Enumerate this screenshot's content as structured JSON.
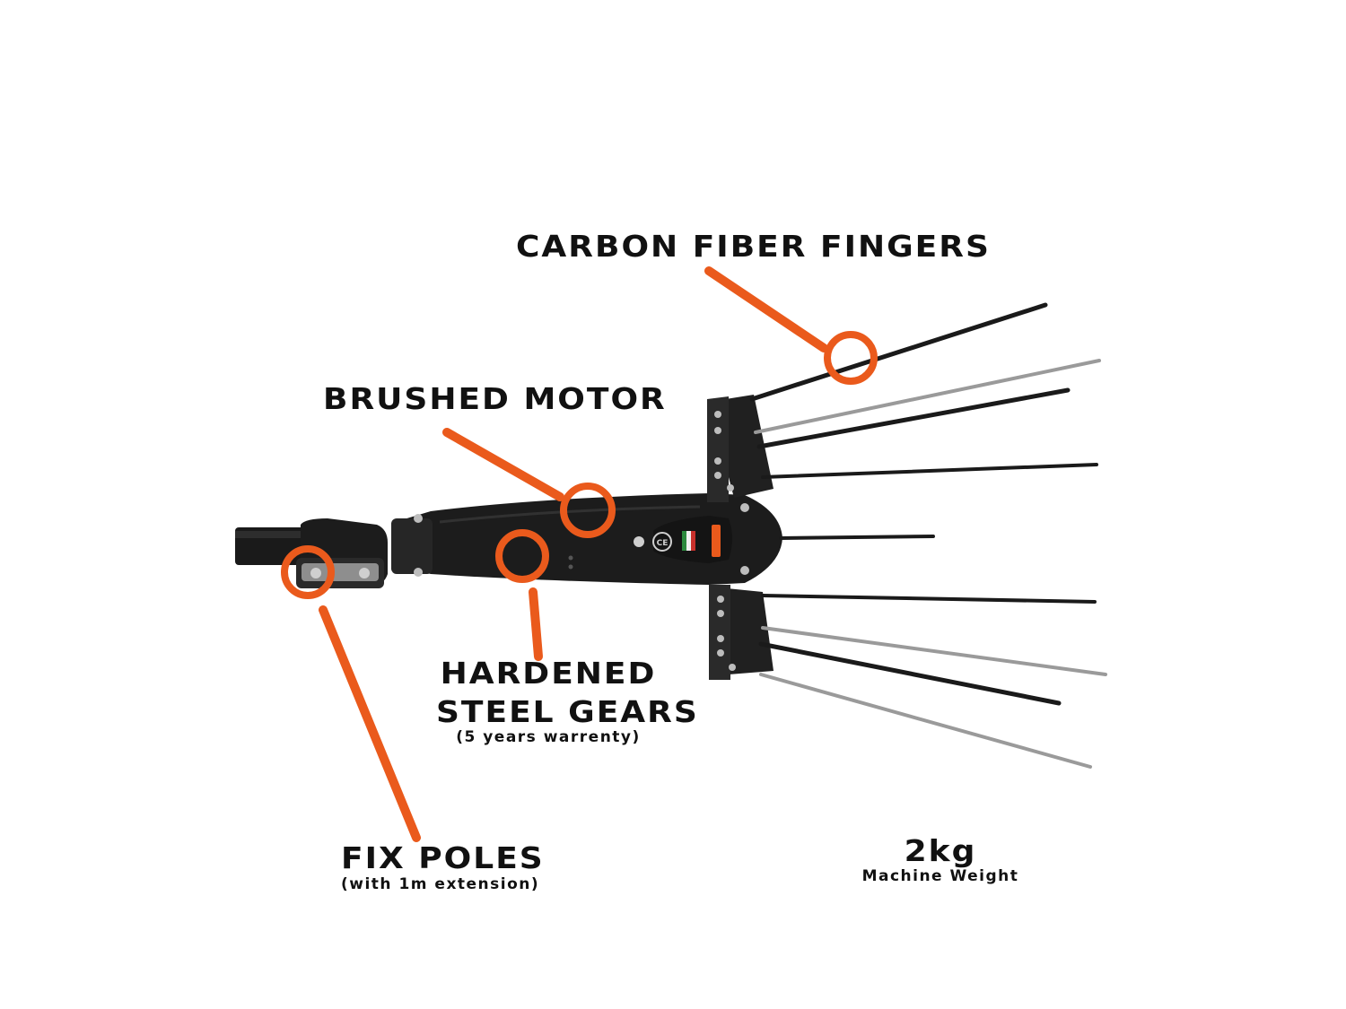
{
  "colors": {
    "accent": "#ea5a1c",
    "text": "#111111",
    "body": "#1c1c1c",
    "metal": "#9a9a9a"
  },
  "labels": {
    "carbon_fingers": "CARBON FIBER FINGERS",
    "brushed_motor": "BRUSHED MOTOR",
    "hardened_line1": "HARDENED",
    "hardened_line2": "STEEL GEARS",
    "hardened_note": "(5 years warrenty)",
    "fix_poles": "FIX POLES",
    "fix_poles_note": "(with 1m extension)",
    "weight_value": "2kg",
    "weight_caption": "Machine Weight"
  },
  "badges": {
    "ce_mark": "CE"
  },
  "icons": {
    "callout": "orange-ring-icon"
  }
}
